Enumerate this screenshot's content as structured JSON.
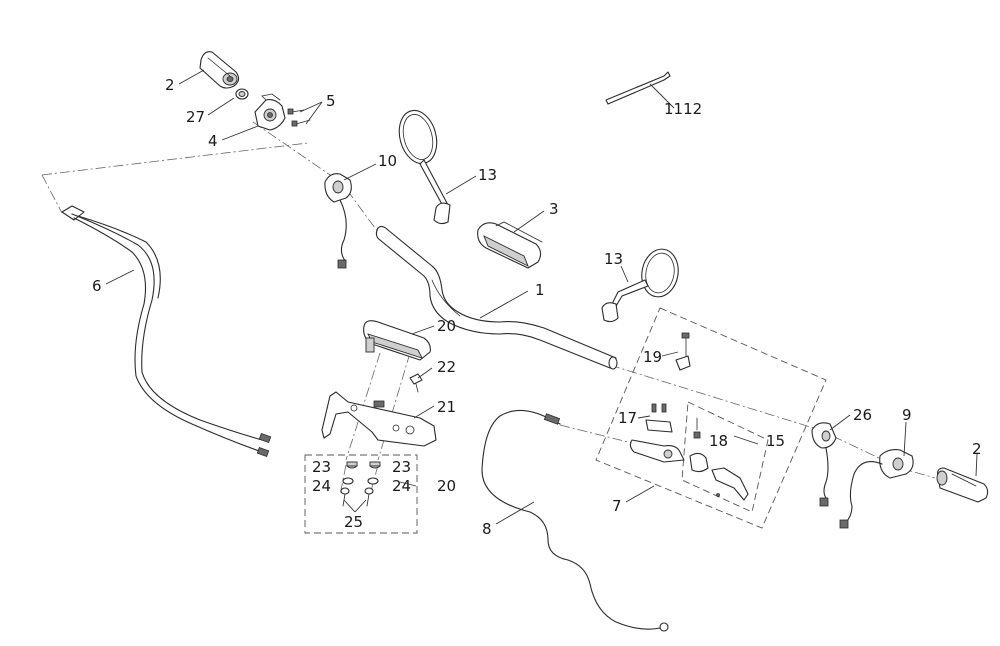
{
  "labels": {
    "handlebar": "1",
    "grip_left": "2",
    "grip_right": "2",
    "switch_housing": "3",
    "throttle_housing": "4",
    "screws_5": "5",
    "wiring_harness": "6",
    "clutch_assembly": "7",
    "clutch_cable": "8",
    "right_switch": "9",
    "left_switch": "10",
    "tool_rod": "1112",
    "mirror_left": "13",
    "mirror_right": "13",
    "lever": "15",
    "clamp_17": "17",
    "bolt_18": "18",
    "clip_19": "19",
    "riser_clamp": "20",
    "riser_group": "20",
    "bolt_22": "22",
    "bracket_21": "21",
    "bush_23_left": "23",
    "bush_23_right": "23",
    "washer_24_left": "24",
    "washer_24_right": "24",
    "bolts_25": "25",
    "switch_26": "26",
    "collar_27": "27"
  },
  "icons": {
    "handlebar": "handlebar-tube",
    "mirror": "round-mirror",
    "grip": "hand-grip",
    "cable": "control-cable"
  }
}
